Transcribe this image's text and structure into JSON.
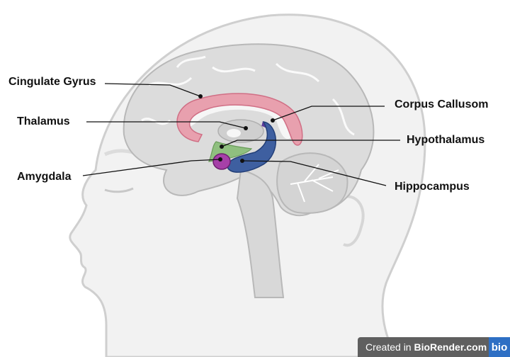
{
  "diagram": {
    "labels": {
      "cingulate_gyrus": "Cingulate Gyrus",
      "thalamus": "Thalamus",
      "amygdala": "Amygdala",
      "corpus_callosum": "Corpus Callusom",
      "hypothalamus": "Hypothalamus",
      "hippocampus": "Hippocampus"
    },
    "colors": {
      "cingulate_gyrus": "#e8a0ae",
      "hypothalamus": "#8fbf7f",
      "amygdala": "#a640a8",
      "hippocampus": "#3e5fa0",
      "fornix": "#5a3a9a"
    }
  },
  "watermark": {
    "prefix": "Created in ",
    "brand": "BioRender.com",
    "logo": "bio"
  }
}
